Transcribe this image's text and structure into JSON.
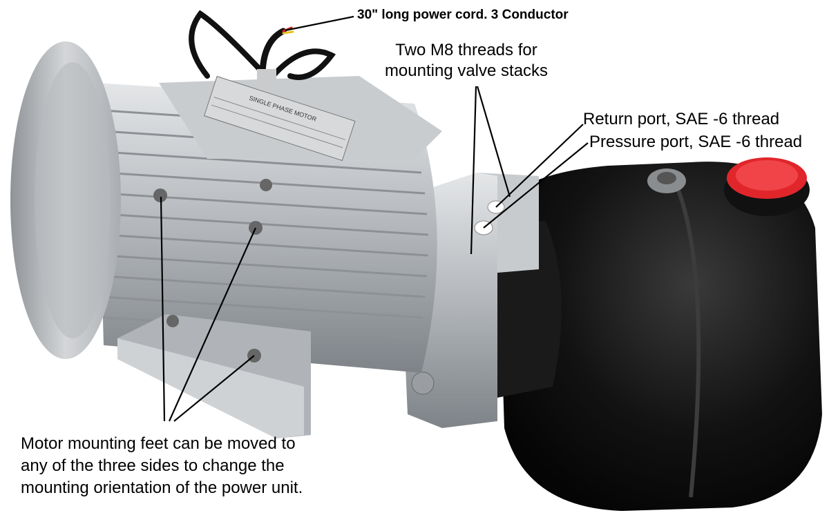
{
  "annotations": {
    "power_cord": "30\" long power cord.  3 Conductor",
    "m8_threads": [
      "Two M8 threads for",
      "mounting valve stacks"
    ],
    "return_port": "Return port, SAE -6 thread",
    "pressure_port": "Pressure port, SAE -6 thread",
    "mounting_feet": [
      "Motor mounting feet can be moved to",
      "any of the three sides to change the",
      "mounting orientation of the power unit."
    ]
  },
  "nameplate": {
    "title": "SINGLE PHASE MOTOR"
  },
  "colors": {
    "aluminum": "#b9bcbf",
    "tank": "#111111",
    "cap": "#e0262b",
    "wires": [
      "#d42020",
      "#e8c21a",
      "#111111"
    ]
  }
}
